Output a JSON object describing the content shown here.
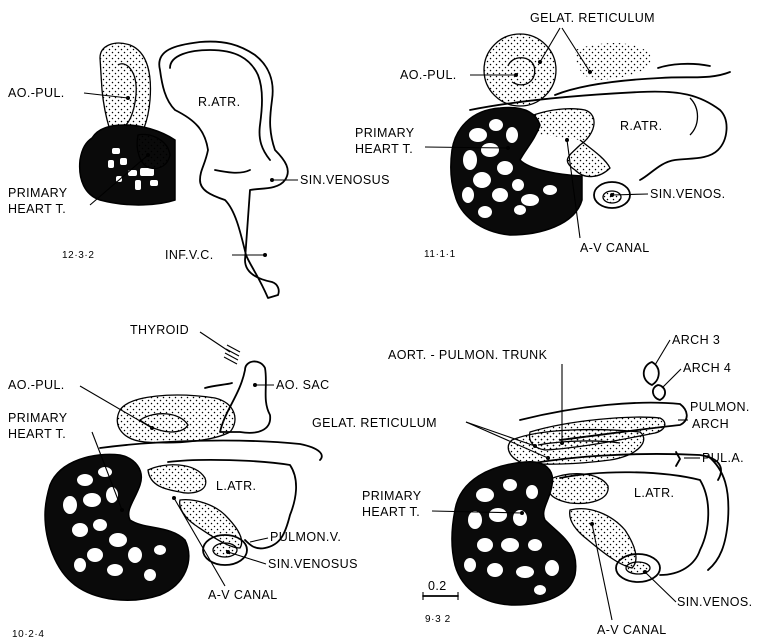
{
  "panels": [
    {
      "specimen": "12·3·2",
      "labels": [
        "AO.-PUL.",
        "R.ATR.",
        "PRIMARY",
        "HEART T.",
        "SIN.VENOSUS",
        "INF.V.C."
      ]
    },
    {
      "specimen": "11·1·1",
      "labels": [
        "GELAT. RETICULUM",
        "AO.-PUL.",
        "R.ATR.",
        "PRIMARY",
        "HEART T.",
        "SIN.VENOS.",
        "A-V CANAL"
      ]
    },
    {
      "specimen": "10·2·4",
      "labels": [
        "THYROID",
        "AO.-PUL.",
        "AO. SAC",
        "PRIMARY",
        "HEART T.",
        "L.ATR.",
        "PULMON.V.",
        "SIN.VENOSUS",
        "A-V CANAL"
      ]
    },
    {
      "specimen": "9·3 2",
      "labels": [
        "ARCH 3",
        "ARCH 4",
        "AORT. - PULMON. TRUNK",
        "GELAT. RETICULUM",
        "PULMON.",
        "ARCH",
        "PUL.A.",
        "PRIMARY",
        "HEART T.",
        "L.ATR.",
        "SIN.VENOS.",
        "A-V CANAL"
      ]
    }
  ],
  "scale_bar": "0.2"
}
